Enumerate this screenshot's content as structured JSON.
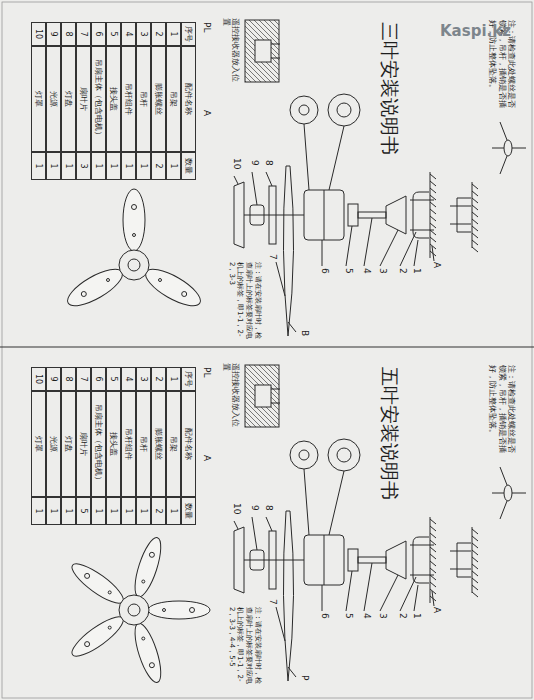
{
  "diagram": {
    "labels": [
      "注：请检查此处螺丝是否锁紧，吊杆，插销是否插好，防止整体坠落。",
      "三叶安装说明书",
      "A",
      "1",
      "2",
      "3",
      "4",
      "5",
      "6",
      "7",
      "8",
      "9",
      "10",
      "B",
      "注：请在安装扇叶时，检查扇叶上的标签要对应电机上的标签，即1-1，2-2，3-3",
      "遥控接收器放入位置",
      "PL",
      "A",
      "序号",
      "配件名称",
      "数量",
      "1",
      "吊架",
      "1",
      "2",
      "膨胀螺丝",
      "2",
      "3",
      "吊杆",
      "1",
      "4",
      "吊杆组件",
      "1",
      "5",
      "接头盖",
      "1",
      "6",
      "吊扇主体（包含电机）",
      "1",
      "7",
      "扇叶片",
      "3",
      "8",
      "灯盘",
      "1",
      "9",
      "光源",
      "1",
      "10",
      "灯罩",
      "1",
      "注：请检查此处螺丝是否锁紧，吊杆，插销是否插好，防止整体坠落。",
      "五叶安装说明书",
      "A",
      "1",
      "2",
      "3",
      "4",
      "5",
      "6",
      "7",
      "8",
      "9",
      "10",
      "P",
      "注：请在安装扇叶时，检查扇叶上的标签要对应电机上的标签，即1-1，2-2，3-3，4-4，5-5",
      "遥控接收器放入位置",
      "PL",
      "A",
      "序号",
      "配件名称",
      "数量",
      "1",
      "吊架",
      "1",
      "2",
      "膨胀螺丝",
      "2",
      "3",
      "吊杆",
      "1",
      "4",
      "吊杆组件",
      "1",
      "5",
      "接头盖",
      "1",
      "6",
      "吊扇主体（包含电机）",
      "1",
      "7",
      "扇叶片",
      "5",
      "8",
      "灯盘",
      "1",
      "9",
      "光源",
      "1",
      "10",
      "灯罩",
      "1",
      "Kaspi.kz"
    ]
  }
}
